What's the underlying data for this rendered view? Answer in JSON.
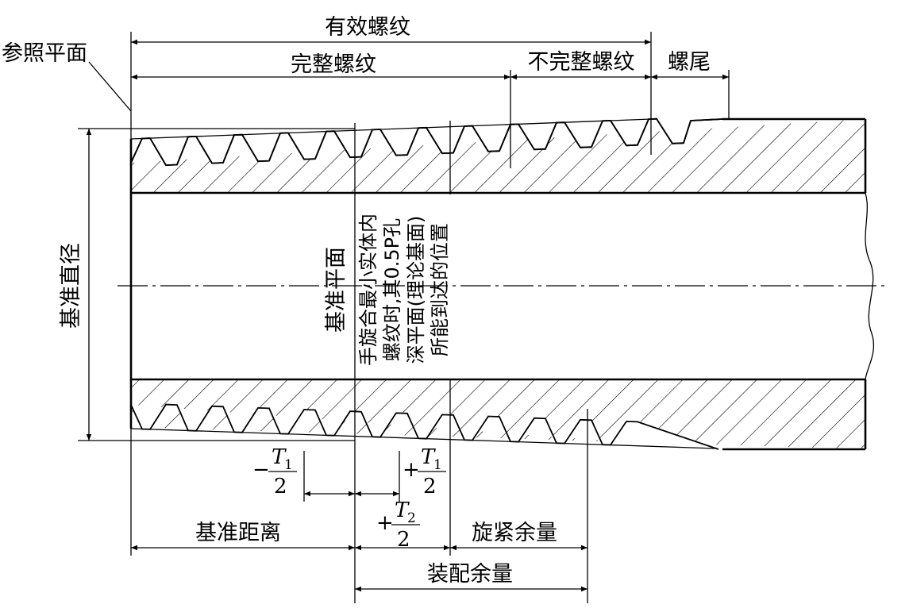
{
  "labels": {
    "effective_thread": "有效螺纹",
    "complete_thread": "完整螺纹",
    "incomplete_thread": "不完整螺纹",
    "thread_tail": "螺尾",
    "reference_plane": "参照平面",
    "base_diameter": "基准直径",
    "base_plane": "基准平面",
    "note_lines": [
      "手旋合最小实体内",
      "螺纹时,其0.5P孔",
      "深平面(理论基面)",
      "所能到达的位置"
    ],
    "base_distance": "基准距离",
    "tightening_allowance": "旋紧余量",
    "assembly_allowance": "装配余量"
  },
  "tolerances": {
    "t1_minus": {
      "sign": "−",
      "sym": "T",
      "sub": "1",
      "den": "2"
    },
    "t1_plus": {
      "sign": "+",
      "sym": "T",
      "sub": "1",
      "den": "2"
    },
    "t2_plus": {
      "sign": "+",
      "sym": "T",
      "sub": "2",
      "den": "2"
    }
  }
}
